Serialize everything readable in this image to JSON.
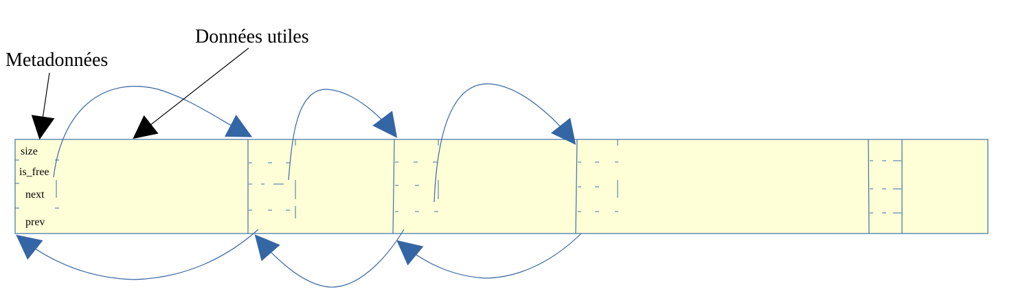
{
  "labels": {
    "metadata": "Metadonnées",
    "useful_data": "Données utiles"
  },
  "fields": {
    "size": "size",
    "is_free": "is_free",
    "next": "next",
    "prev": "prev"
  },
  "colors": {
    "block_fill": "#ffffd7",
    "block_border": "#3a6ea5",
    "arrow": "#3465a4",
    "text": "#000000",
    "pointer": "#000000"
  }
}
